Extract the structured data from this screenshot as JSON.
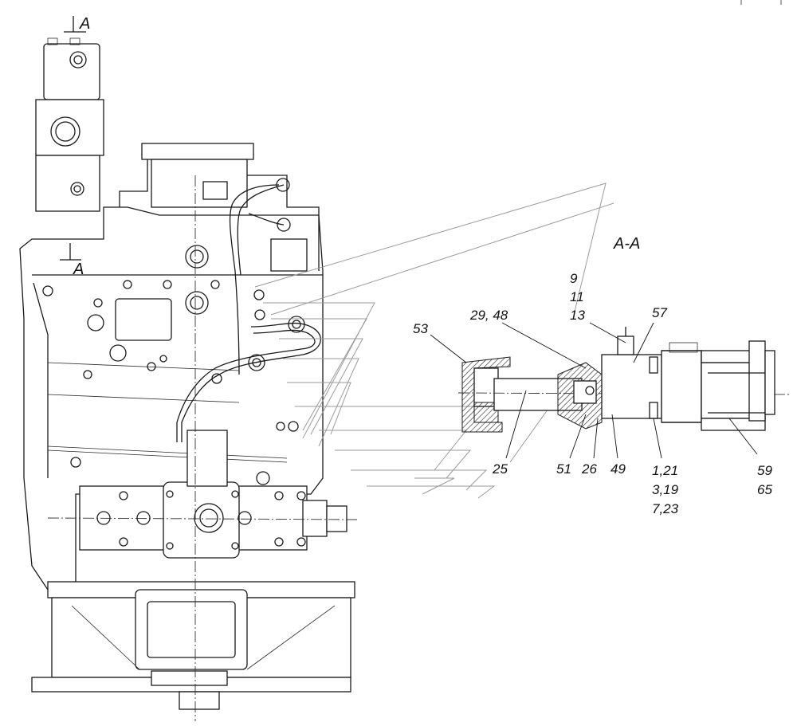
{
  "section_marks": {
    "top": "A",
    "bottom": "A"
  },
  "section_title": "A-A",
  "callouts": {
    "c9": "9",
    "c11": "11",
    "c13": "13",
    "c53": "53",
    "c29_48": "29, 48",
    "c57": "57",
    "c25": "25",
    "c51": "51",
    "c26": "26",
    "c49": "49",
    "c1_21": "1,21",
    "c3_19": "3,19",
    "c7_23": "7,23",
    "c59": "59",
    "c65": "65"
  }
}
